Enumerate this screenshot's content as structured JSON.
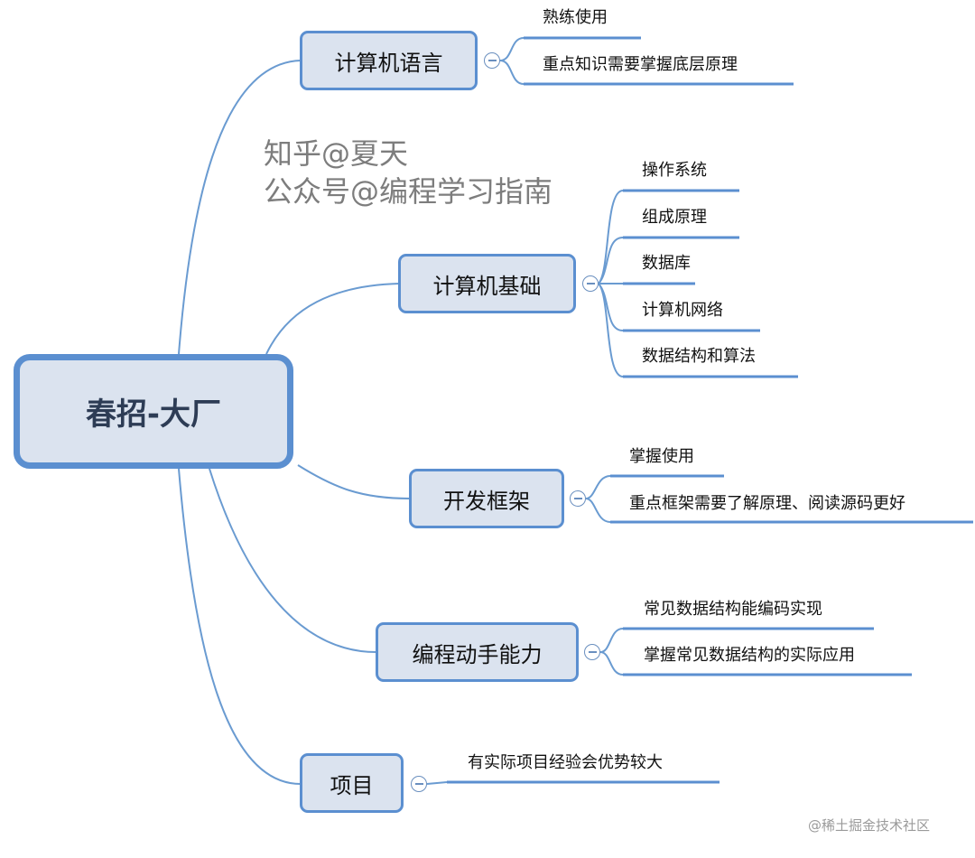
{
  "root": {
    "label": "春招-大厂"
  },
  "branches": [
    {
      "label": "计算机语言",
      "children": [
        "熟练使用",
        "重点知识需要掌握底层原理"
      ]
    },
    {
      "label": "计算机基础",
      "children": [
        "操作系统",
        "组成原理",
        "数据库",
        "计算机网络",
        "数据结构和算法"
      ]
    },
    {
      "label": "开发框架",
      "children": [
        "掌握使用",
        "重点框架需要了解原理、阅读源码更好"
      ]
    },
    {
      "label": "编程动手能力",
      "children": [
        "常见数据结构能编码实现",
        "掌握常见数据结构的实际应用"
      ]
    },
    {
      "label": "项目",
      "children": [
        "有实际项目经验会优势较大"
      ]
    }
  ],
  "watermark": {
    "line1": "知乎@夏天",
    "line2": "公众号@编程学习指南"
  },
  "credit": "@稀土掘金技术社区",
  "colors": {
    "node_border": "#5b8fd0",
    "node_fill": "#dbe3ef",
    "connector": "#6a9bd1",
    "leaf_underline": "#5b8fd0"
  }
}
